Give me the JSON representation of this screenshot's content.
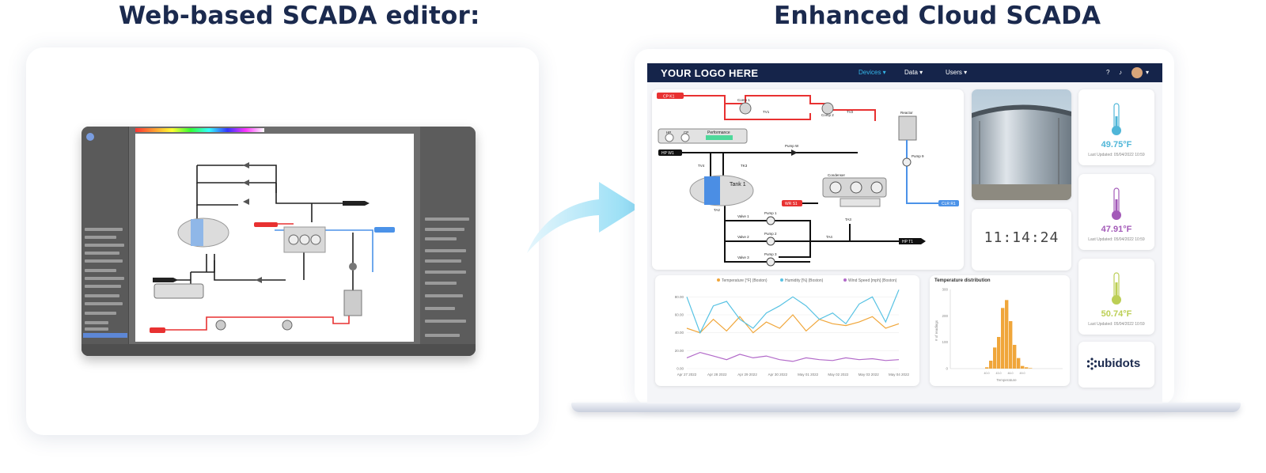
{
  "headings": {
    "left": "Web-based SCADA editor:",
    "right": "Enhanced Cloud SCADA"
  },
  "dashboard": {
    "logo": "YOUR LOGO HERE",
    "nav": [
      {
        "label": "Devices",
        "active": true
      },
      {
        "label": "Data",
        "active": false
      },
      {
        "label": "Users",
        "active": false
      }
    ],
    "icons": [
      "help-icon",
      "bell-icon",
      "avatar",
      "chevron-down-icon"
    ],
    "scada_labels": {
      "cp": "CP K1",
      "comp1": "Comp 1",
      "comp2": "Comp 2",
      "tv1": "TV1",
      "tv2": "TV2",
      "reactor": "Reactor",
      "hp": "HP",
      "cp2": "CP",
      "performance": "Performance",
      "pump_w": "Pump W",
      "pump9": "Pump 9",
      "hp_w1": "HP W1",
      "tv4": "TV4",
      "tk3": "TK3",
      "tank1": "Tank 1",
      "condenser": "Condenser",
      "wr": "WR S1",
      "clr": "CLR R1",
      "ta2": "TA2",
      "ta3": "TA3",
      "ta4": "TA4",
      "valve1": "Valve 1",
      "valve2": "Valve 2",
      "valve3": "Valve 3",
      "pump1": "Pump 1",
      "pump2": "Pump 2",
      "pump3": "Pump 3",
      "hp_t1": "HP T1"
    },
    "clock": "11:14:24",
    "thermometers": [
      {
        "value": "49.75°F",
        "updated": "Last Updated: 05/04/2022 10:59",
        "color": "#4fb6d8"
      },
      {
        "value": "47.91°F",
        "updated": "Last Updated: 05/04/2022 10:59",
        "color": "#a35ab8"
      },
      {
        "value": "50.74°F",
        "updated": "Last Updated: 05/04/2022 10:59",
        "color": "#bccf55"
      }
    ],
    "brand": "ubidots",
    "hist_title": "Temperature distribution",
    "line_legend": [
      {
        "name": "Temperature [°F] (Boston)",
        "color": "#f0a63a"
      },
      {
        "name": "Humidity [%] (Boston)",
        "color": "#57c2e3"
      },
      {
        "name": "Wind Speed [mph] (Boston)",
        "color": "#b26ac9"
      }
    ],
    "line_yticks": [
      "0.00",
      "20.00",
      "40.00",
      "60.00",
      "80.00"
    ],
    "line_xticks": [
      "Apr 27 2022",
      "Apr 28 2022",
      "Apr 29 2022",
      "Apr 30 2022",
      "May 01 2022",
      "May 02 2022",
      "May 03 2022",
      "May 04 2022"
    ],
    "hist_xlabel": "Temperature",
    "hist_ylabel": "# of readings"
  },
  "chart_data": [
    {
      "type": "line",
      "title": "",
      "xlabel": "",
      "ylabel": "",
      "categories": [
        "Apr 27 2022",
        "Apr 28 2022",
        "Apr 29 2022",
        "Apr 30 2022",
        "May 01 2022",
        "May 02 2022",
        "May 03 2022",
        "May 04 2022"
      ],
      "ylim": [
        0,
        90
      ],
      "series": [
        {
          "name": "Temperature [°F] (Boston)",
          "values": [
            45,
            40,
            55,
            42,
            58,
            40,
            52,
            45,
            60,
            42,
            55,
            50,
            48,
            52,
            58,
            45,
            50
          ]
        },
        {
          "name": "Humidity [%] (Boston)",
          "values": [
            80,
            40,
            70,
            75,
            55,
            45,
            62,
            70,
            80,
            70,
            55,
            62,
            50,
            72,
            80,
            52,
            88
          ]
        },
        {
          "name": "Wind Speed [mph] (Boston)",
          "values": [
            12,
            18,
            14,
            10,
            16,
            12,
            14,
            10,
            8,
            12,
            10,
            9,
            12,
            10,
            11,
            9,
            10
          ]
        }
      ]
    },
    {
      "type": "bar",
      "title": "Temperature distribution",
      "xlabel": "Temperature",
      "ylabel": "# of readings",
      "categories": [
        "40.0",
        "41.0",
        "42.0",
        "43.0",
        "44.0",
        "45.0",
        "46.0",
        "47.0",
        "48.0",
        "49.0",
        "50.0",
        "51.0"
      ],
      "values": [
        5,
        30,
        80,
        120,
        230,
        260,
        180,
        90,
        40,
        10,
        5,
        2
      ],
      "ylim": [
        0,
        300
      ]
    }
  ]
}
